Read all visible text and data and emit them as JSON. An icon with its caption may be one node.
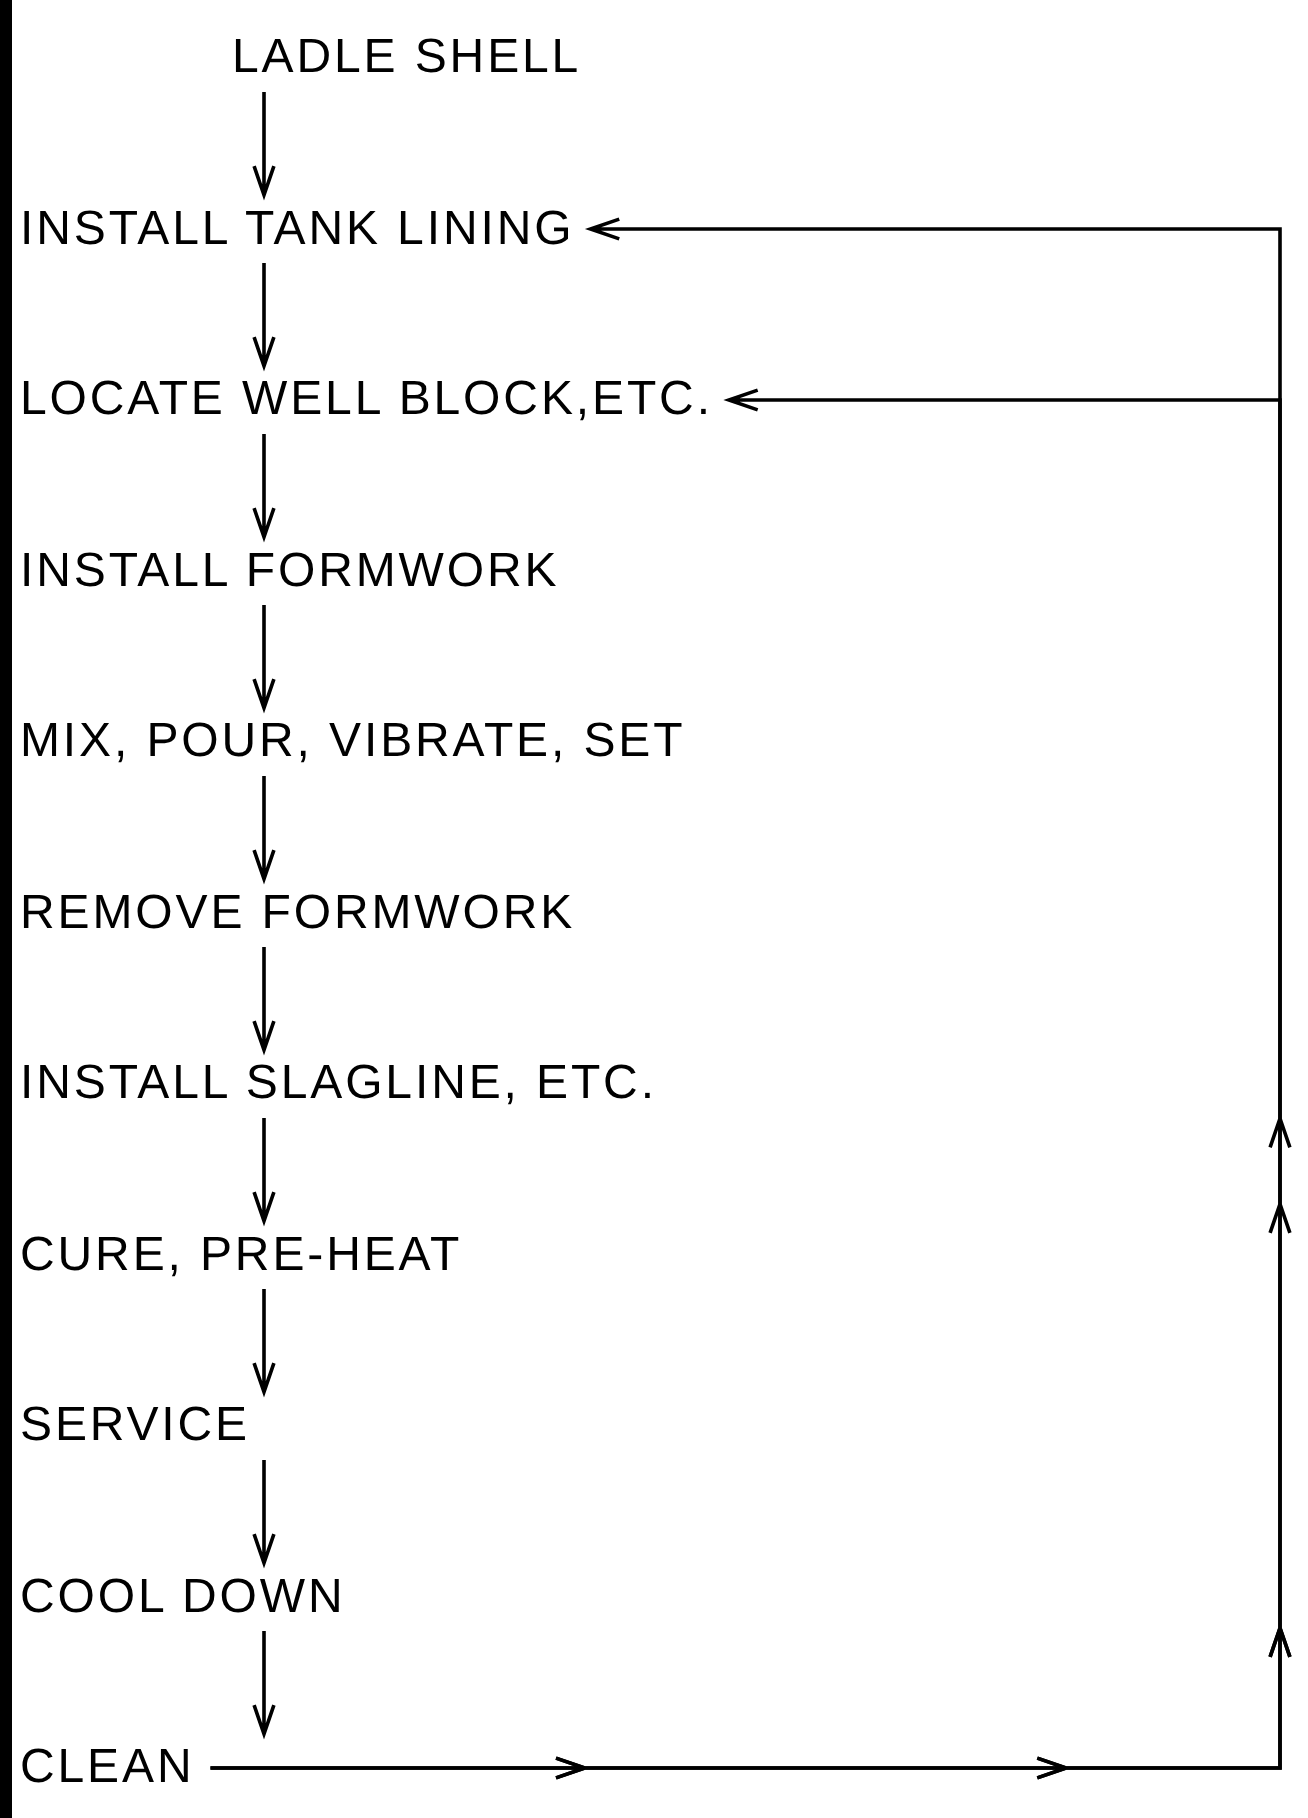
{
  "diagram": {
    "nodes": [
      {
        "text": [
          "LADLE SHELL"
        ]
      },
      {
        "text": [
          "INSTALL TANK LINING"
        ]
      },
      {
        "text": [
          "LOCATE WELL BLOCK,ETC."
        ]
      },
      {
        "text": [
          "INSTALL FORMWORK"
        ]
      },
      {
        "text": [
          "MIX, POUR, VIBRATE, SET"
        ]
      },
      {
        "text": [
          "REMOVE FORMWORK"
        ]
      },
      {
        "text": [
          "INSTALL SLAGLINE, ETC."
        ]
      },
      {
        "text": [
          "CURE, PRE-HEAT"
        ]
      },
      {
        "text": [
          "SERVICE"
        ]
      },
      {
        "text": [
          "COOL DOWN"
        ]
      },
      {
        "text": [
          "CLEAN"
        ]
      }
    ],
    "edges": [
      {
        "from": 0,
        "to": 1,
        "arrow": "to"
      },
      {
        "from": 1,
        "to": 2,
        "arrow": "to"
      },
      {
        "from": 2,
        "to": 3,
        "arrow": "to"
      },
      {
        "from": 3,
        "to": 4,
        "arrow": "to"
      },
      {
        "from": 4,
        "to": 5,
        "arrow": "to"
      },
      {
        "from": 5,
        "to": 6,
        "arrow": "to"
      },
      {
        "from": 6,
        "to": 7,
        "arrow": "to"
      },
      {
        "from": 7,
        "to": 8,
        "arrow": "to"
      },
      {
        "from": 8,
        "to": 9,
        "arrow": "to"
      },
      {
        "from": 9,
        "to": 10,
        "arrow": "to"
      },
      {
        "from": 10,
        "to": 1,
        "arrow": "to"
      },
      {
        "from": 10,
        "to": 2,
        "arrow": "to"
      }
    ]
  }
}
